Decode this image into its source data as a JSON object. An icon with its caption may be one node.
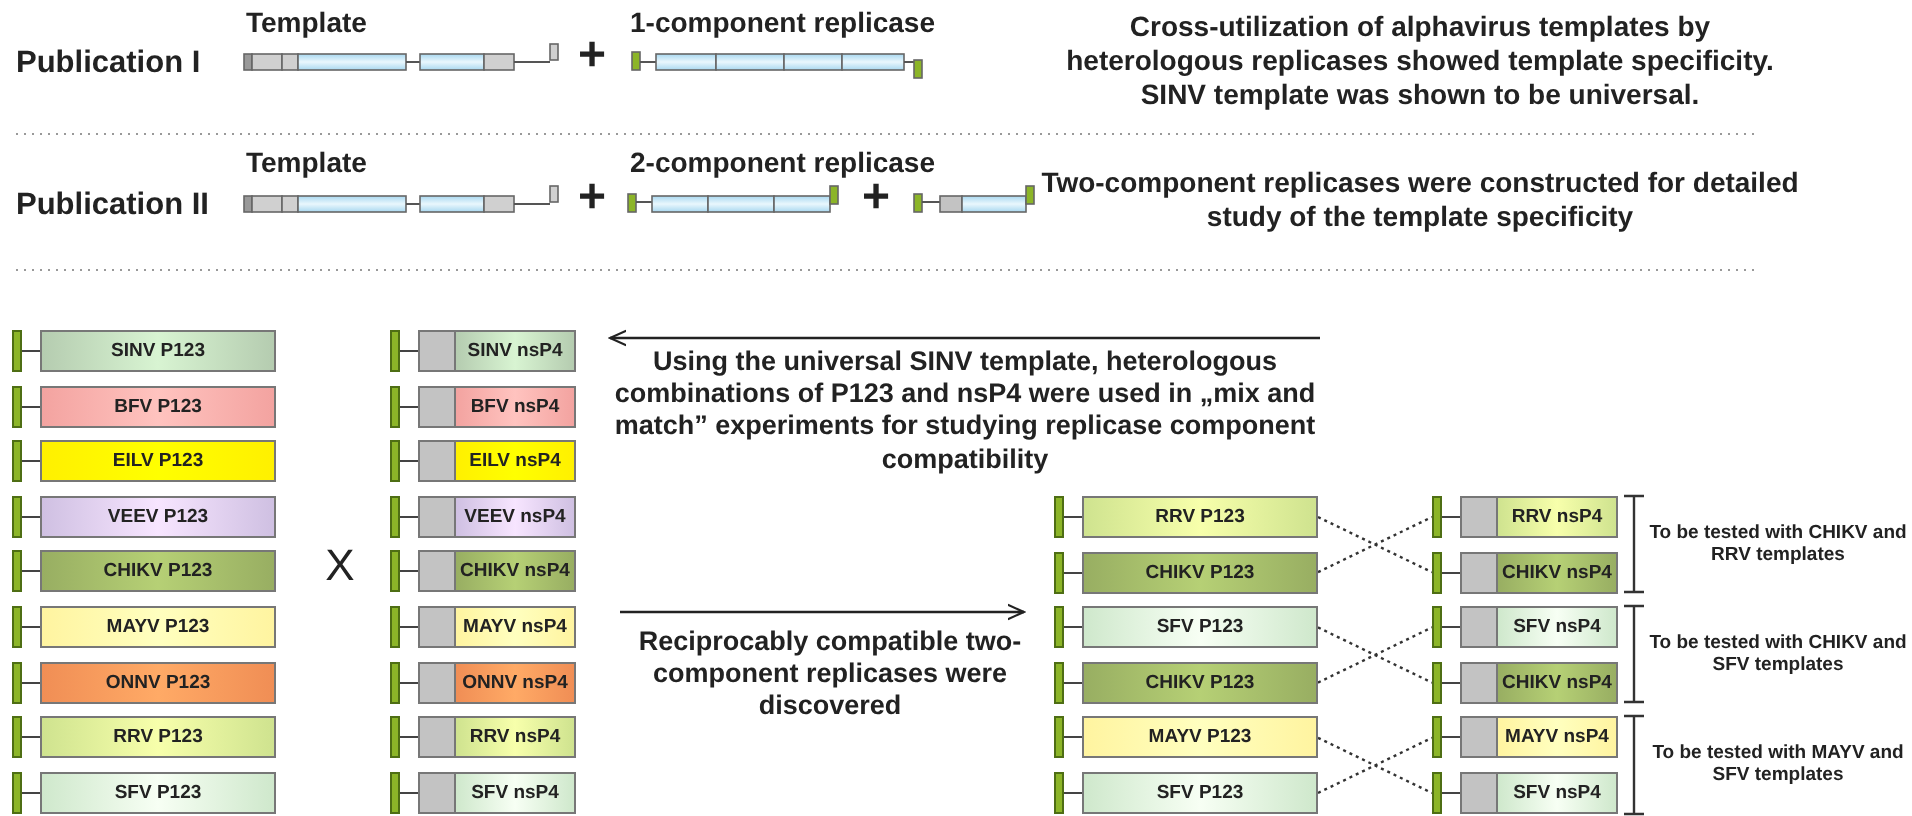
{
  "diagram": {
    "nodes": [
      {
        "text": [
          "SINV P123"
        ]
      },
      {
        "text": [
          "BFV P123"
        ]
      },
      {
        "text": [
          "EILV P123"
        ]
      },
      {
        "text": [
          "VEEV P123"
        ]
      },
      {
        "text": [
          "CHIKV P123"
        ]
      },
      {
        "text": [
          "MAYV P123"
        ]
      },
      {
        "text": [
          "ONNV P123"
        ]
      },
      {
        "text": [
          "RRV P123"
        ]
      },
      {
        "text": [
          "SFV P123"
        ]
      },
      {
        "text": [
          "SINV nsP4"
        ]
      },
      {
        "text": [
          "BFV nsP4"
        ]
      },
      {
        "text": [
          "EILV nsP4"
        ]
      },
      {
        "text": [
          "VEEV nsP4"
        ]
      },
      {
        "text": [
          "CHIKV nsP4"
        ]
      },
      {
        "text": [
          "MAYV nsP4"
        ]
      },
      {
        "text": [
          "ONNV nsP4"
        ]
      },
      {
        "text": [
          "RRV nsP4"
        ]
      },
      {
        "text": [
          "SFV nsP4"
        ]
      },
      {
        "text": [
          "RRV P123"
        ]
      },
      {
        "text": [
          "CHIKV P123"
        ]
      },
      {
        "text": [
          "SFV P123"
        ]
      },
      {
        "text": [
          "CHIKV P123"
        ]
      },
      {
        "text": [
          "MAYV P123"
        ]
      },
      {
        "text": [
          "SFV P123"
        ]
      },
      {
        "text": [
          "RRV nsP4"
        ]
      },
      {
        "text": [
          "CHIKV nsP4"
        ]
      },
      {
        "text": [
          "SFV nsP4"
        ]
      },
      {
        "text": [
          "CHIKV nsP4"
        ]
      },
      {
        "text": [
          "MAYV nsP4"
        ]
      },
      {
        "text": [
          "SFV nsP4"
        ]
      }
    ],
    "edges": [
      {
        "from": 18,
        "to": 25,
        "arrow": "none",
        "style": "dashed"
      },
      {
        "from": 19,
        "to": 24,
        "arrow": "none",
        "style": "dashed"
      },
      {
        "from": 20,
        "to": 27,
        "arrow": "none",
        "style": "dashed"
      },
      {
        "from": 21,
        "to": 26,
        "arrow": "none",
        "style": "dashed"
      },
      {
        "from": 22,
        "to": 29,
        "arrow": "none",
        "style": "dashed"
      },
      {
        "from": 23,
        "to": 28,
        "arrow": "none",
        "style": "dashed"
      }
    ],
    "labels": [
      "Publication I",
      "Template",
      "+",
      "1-component replicase",
      "Cross-utilization of alphavirus templates by heterologous replicases showed template specificity. SINV template was shown to be universal.",
      "Publication II",
      "Template",
      "2-component replicase",
      "+",
      "+",
      "Two-component replicases were constructed for detailed study of the template specificity",
      "Using the universal SINV template, heterologous combinations of P123 and nsP4 were used in „mix and match” experiments for studying replicase component compatibility",
      "X",
      "Reciprocably compatible two-component replicases were discovered",
      "To be tested with CHIKV and RRV templates",
      "To be tested with CHIKV and SFV templates",
      "To be tested with MAYV and SFV templates"
    ]
  }
}
